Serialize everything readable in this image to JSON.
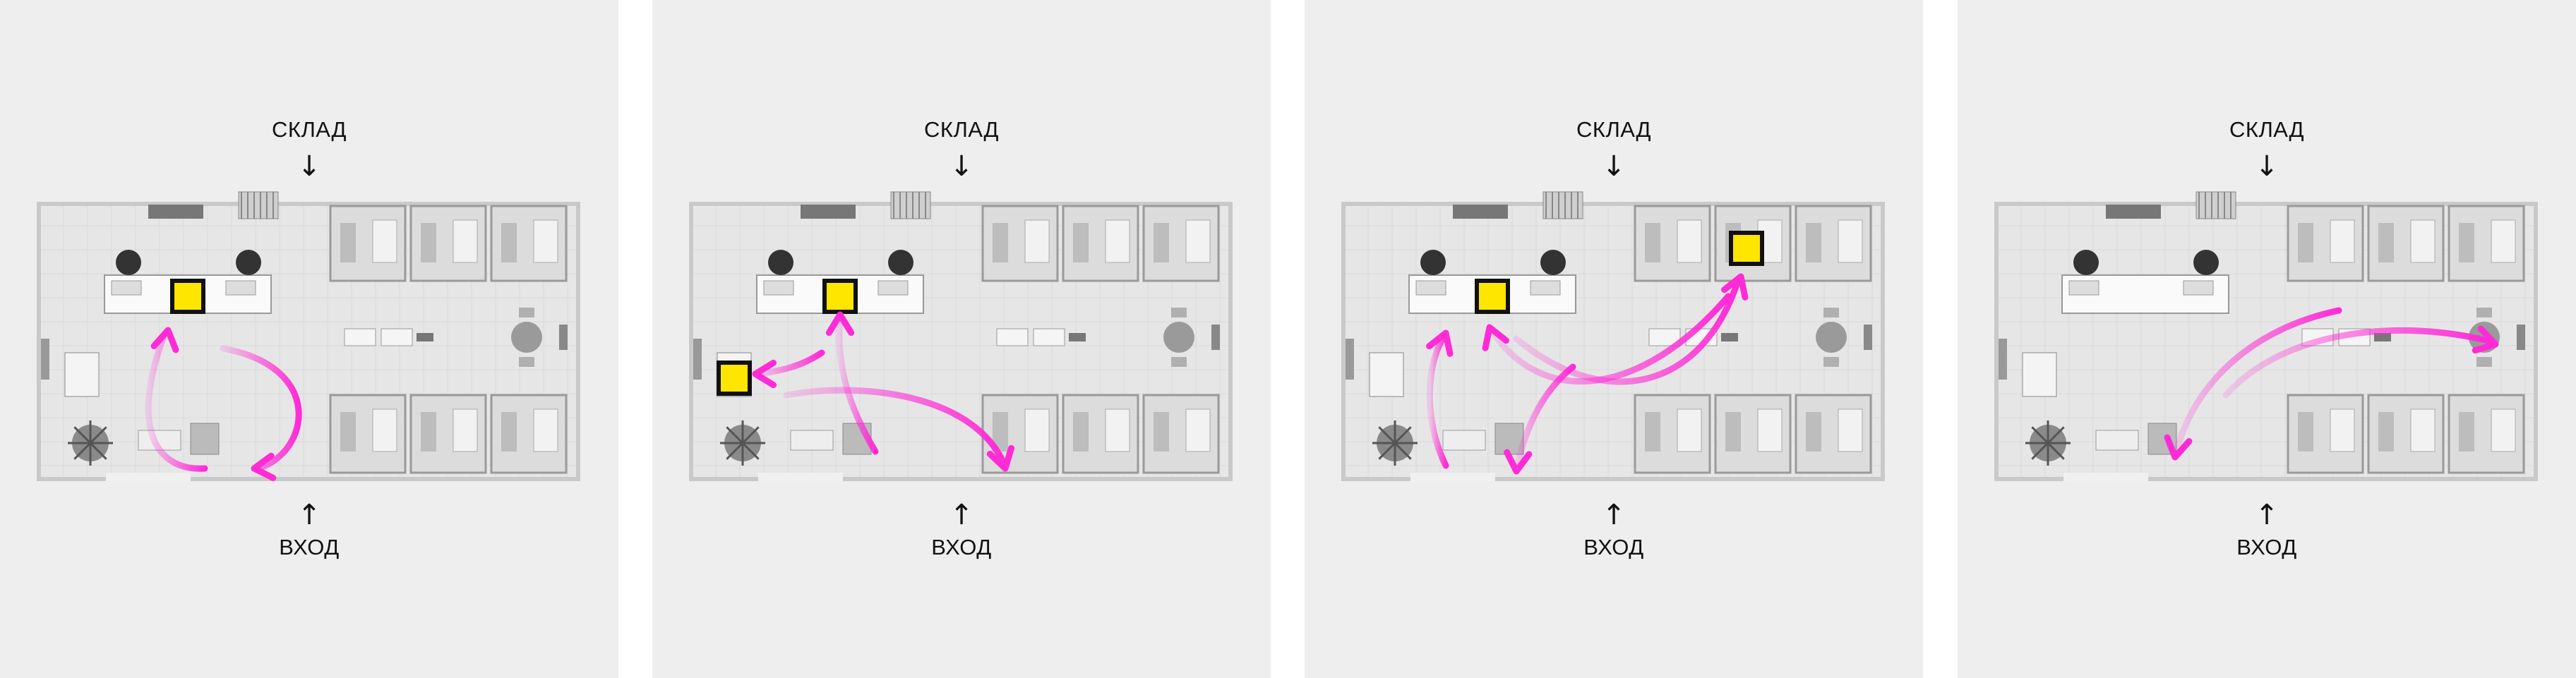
{
  "labels": {
    "top": "СКЛАД",
    "bottom": "ВХОД"
  },
  "colors": {
    "panel_bg": "#eeeeee",
    "flow_arrow": "#ff2bd6",
    "marker_fill": "#ffe600",
    "marker_border": "#111111"
  },
  "icons": {
    "down_arrow": "↓",
    "up_arrow": "↑"
  },
  "panels": [
    {
      "name": "panel-1",
      "markers": 1,
      "flows": 2
    },
    {
      "name": "panel-2",
      "markers": 2,
      "flows": 3
    },
    {
      "name": "panel-3",
      "markers": 2,
      "flows": 4
    },
    {
      "name": "panel-4",
      "markers": 0,
      "flows": 2
    }
  ]
}
